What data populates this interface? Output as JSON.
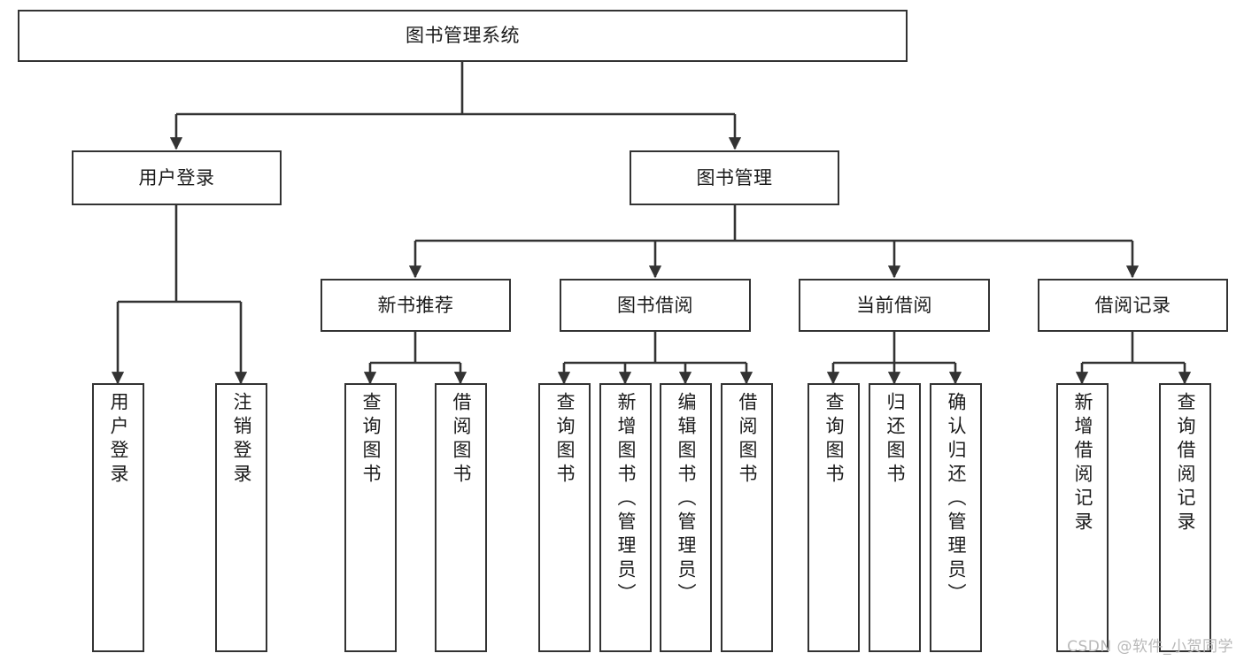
{
  "diagram": {
    "type": "tree",
    "title": "图书管理系统",
    "colors": {
      "stroke": "#333333",
      "fill": "#ffffff",
      "text": "#1b1b1b",
      "watermark": "#b9b9b9"
    },
    "root": {
      "label": "图书管理系统"
    },
    "level2": [
      {
        "label": "用户登录"
      },
      {
        "label": "图书管理"
      }
    ],
    "level3": [
      {
        "label": "新书推荐"
      },
      {
        "label": "图书借阅"
      },
      {
        "label": "当前借阅"
      },
      {
        "label": "借阅记录"
      }
    ],
    "leaves": {
      "user_login": [
        {
          "label": "用户登录"
        },
        {
          "label": "注销登录"
        }
      ],
      "new_book": [
        {
          "label": "查询图书"
        },
        {
          "label": "借阅图书"
        }
      ],
      "book_borrow": [
        {
          "label": "查询图书"
        },
        {
          "label": "新增图书（管理员）"
        },
        {
          "label": "编辑图书（管理员）"
        },
        {
          "label": "借阅图书"
        }
      ],
      "current_borrow": [
        {
          "label": "查询图书"
        },
        {
          "label": "归还图书"
        },
        {
          "label": "确认归还（管理员）"
        }
      ],
      "borrow_record": [
        {
          "label": "新增借阅记录"
        },
        {
          "label": "查询借阅记录"
        }
      ]
    }
  },
  "watermark": {
    "text": "CSDN @软件_小贺同学"
  }
}
